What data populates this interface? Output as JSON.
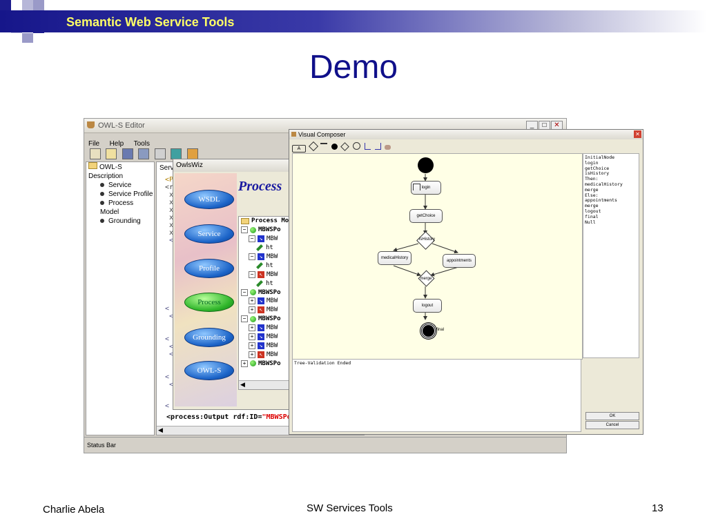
{
  "slide": {
    "header_title": "Semantic Web Service Tools",
    "title": "Demo",
    "footer_left": "Charlie Abela",
    "footer_center": "SW Services Tools",
    "footer_right": "13",
    "colors": {
      "header_blue": "#16168a",
      "header_yellow": "#ffff66",
      "title_blue": "#10108a"
    }
  },
  "owls_editor": {
    "title": "OWL-S Editor",
    "menu": [
      "File",
      "Help",
      "Tools"
    ],
    "tree": {
      "root": "OWL-S Description",
      "items": [
        "Service",
        "Service Profile",
        "Process Model",
        "Grounding"
      ]
    },
    "tab_partial": "Serv",
    "xml_lines": [
      "<Pa",
      "<rd",
      "x",
      "x",
      "x",
      "x",
      "x",
      "x",
      "<",
      "<",
      "<",
      "<",
      "<",
      "<",
      "<",
      "<",
      "<",
      "<",
      "<"
    ],
    "bottom_line": {
      "tag": "<process:Output rdf:ID=",
      "value": "\"MBWSPort"
    },
    "status_bar": "Status Bar"
  },
  "owlswiz": {
    "title": "OwlsWiz",
    "heading": "Process",
    "steps": [
      "WSDL",
      "Service",
      "Profile",
      "Process",
      "Grounding",
      "OWL-S"
    ],
    "active_step": "Process",
    "tree_header": "Process Mo",
    "rows": [
      {
        "icon": "gdot",
        "text": "MBWSPo"
      },
      {
        "icon": "arr-blue",
        "text": "MBW"
      },
      {
        "icon": "pencil",
        "text": "ht"
      },
      {
        "icon": "arr-blue",
        "text": "MBW"
      },
      {
        "icon": "pencil",
        "text": "ht"
      },
      {
        "icon": "arr-red",
        "text": "MBW"
      },
      {
        "icon": "pencil",
        "text": "ht"
      },
      {
        "icon": "gdot",
        "text": "MBWSPo"
      },
      {
        "icon": "arr-blue",
        "text": "MBW"
      },
      {
        "icon": "arr-red",
        "text": "MBW"
      },
      {
        "icon": "gdot",
        "text": "MBWSPo"
      },
      {
        "icon": "arr-blue",
        "text": "MBW"
      },
      {
        "icon": "arr-blue",
        "text": "MBW"
      },
      {
        "icon": "arr-blue",
        "text": "MBW"
      },
      {
        "icon": "arr-red",
        "text": "MBW"
      },
      {
        "icon": "gdot",
        "text": "MBWSPo"
      }
    ]
  },
  "visual_composer": {
    "title": "Visual Composer",
    "toolbar_label": "A",
    "nodes": {
      "login": "login",
      "getChoice": "getChoice",
      "history": "isHistory",
      "medicalHistory": "medicalHistory",
      "appointments": "appointments",
      "merge": "merge",
      "logout": "logout",
      "final": "final"
    },
    "list": [
      "InitialNode",
      "login",
      "getChoice",
      "isHistory",
      "Then:",
      "medicalHistory",
      "merge",
      "Else:",
      "appointments",
      "merge",
      "logout",
      "final",
      "Null"
    ],
    "console": "Tree-Validation Ended",
    "ok": "OK",
    "cancel": "Cancel"
  }
}
